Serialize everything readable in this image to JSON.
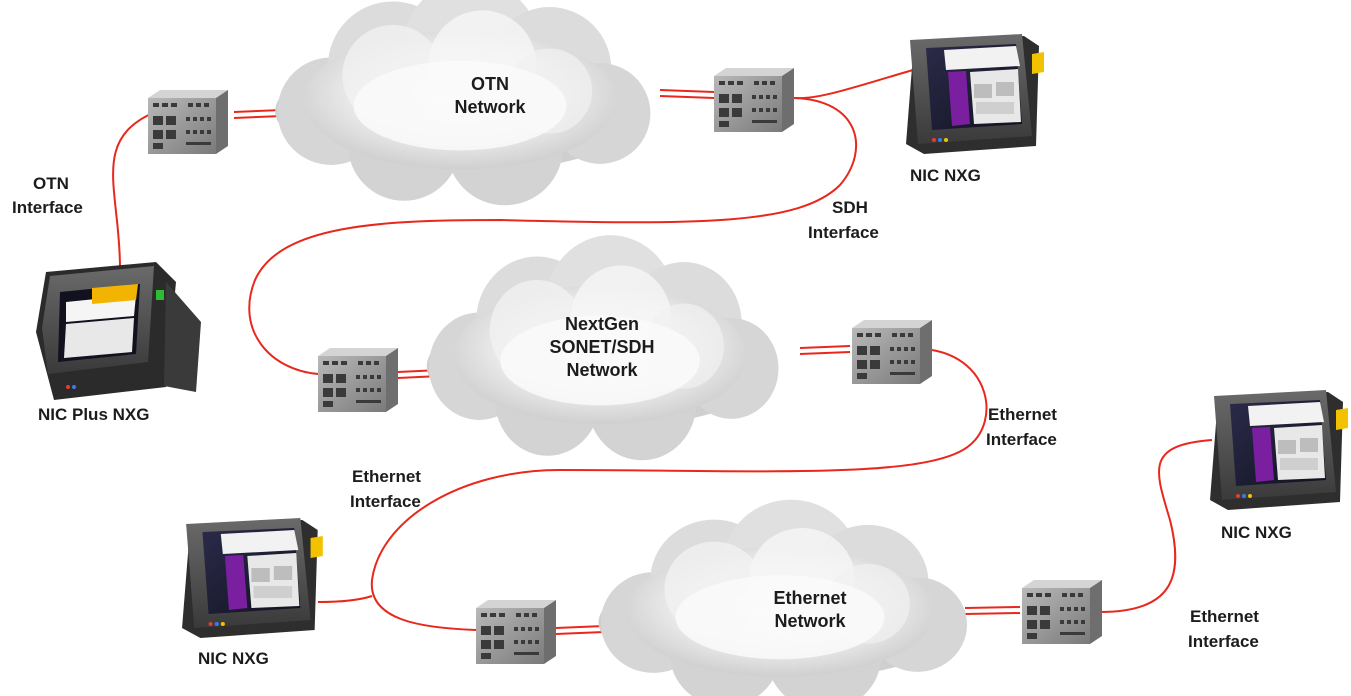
{
  "clouds": {
    "otn": [
      "OTN",
      "Network"
    ],
    "sonet": [
      "NextGen",
      "SONET/SDH",
      "Network"
    ],
    "ethernet": [
      "Ethernet",
      "Network"
    ]
  },
  "interfaces": {
    "otn": [
      "OTN",
      "Interface"
    ],
    "sdh": [
      "SDH",
      "Interface"
    ],
    "ethernet_right": [
      "Ethernet",
      "Interface"
    ],
    "ethernet_mid": [
      "Ethernet",
      "Interface"
    ],
    "ethernet_bottom": [
      "Ethernet",
      "Interface"
    ]
  },
  "devices": {
    "nic_plus": "NIC Plus NXG",
    "nic_top_right": "NIC NXG",
    "nic_bottom_left": "NIC NXG",
    "nic_bottom_right": "NIC NXG"
  },
  "colors": {
    "link": "#e8281c",
    "cloud": "#d9d9d9",
    "device_body": "#8c8c8c"
  }
}
